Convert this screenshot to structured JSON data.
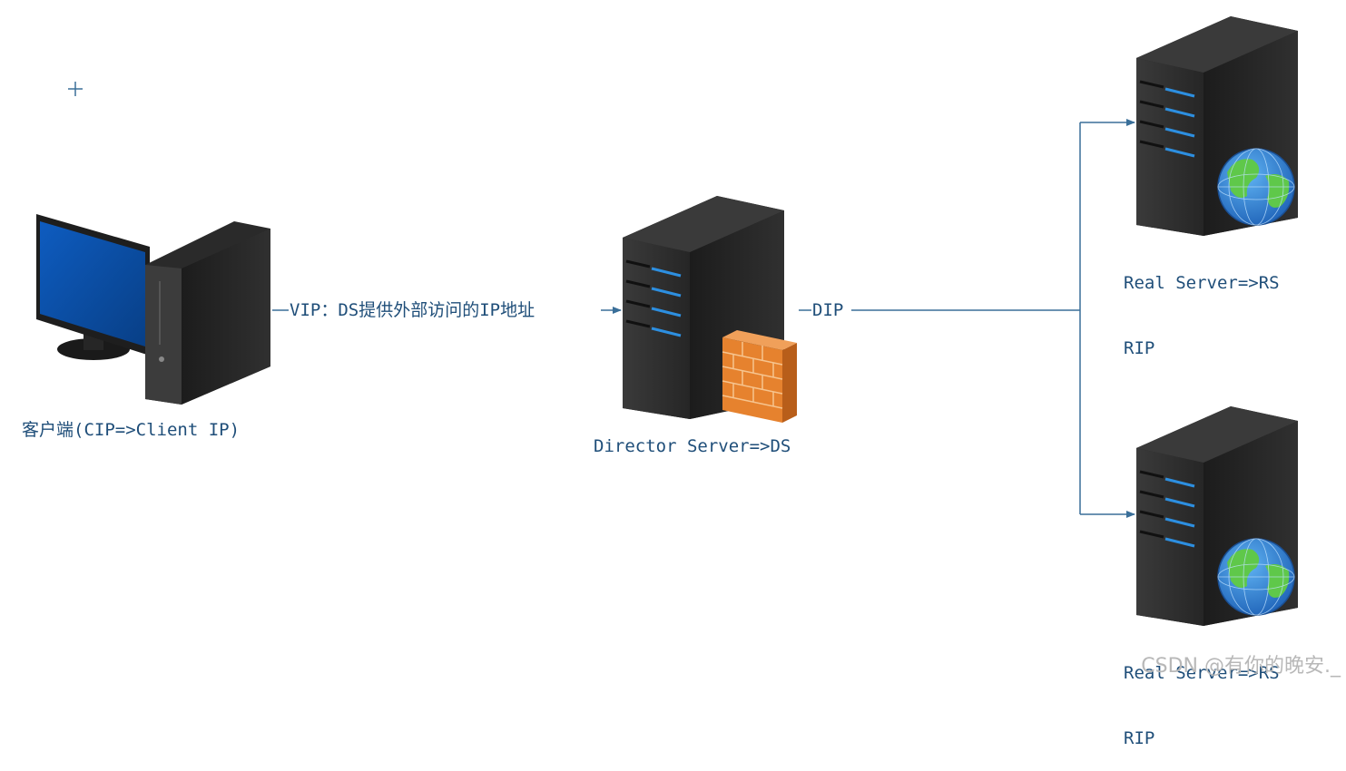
{
  "client": {
    "label": "客户端(CIP=>Client IP)"
  },
  "connection_client_ds": {
    "label": "VIP：DS提供外部访问的IP地址"
  },
  "director": {
    "label": "Director Server=>DS"
  },
  "connection_ds_rs": {
    "label": "DIP"
  },
  "real_servers": [
    {
      "line1": "Real Server=>RS",
      "line2": "RIP"
    },
    {
      "line1": "Real Server=>RS",
      "line2": "RIP"
    }
  ],
  "watermark": "CSDN @有你的晚安._",
  "colors": {
    "line": "#3a6f99",
    "text": "#1f4e79",
    "server_body": "#2e2e2e",
    "server_led": "#2d8fe0",
    "monitor_screen": "#0b4fa8",
    "firewall": "#e6822e",
    "globe_ocean": "#2a7fd4",
    "globe_land": "#5fc84a"
  },
  "icons": [
    "cursor-plus-icon",
    "client-computer-icon",
    "director-server-icon",
    "firewall-icon",
    "real-server-icon",
    "globe-icon",
    "arrow-icon"
  ]
}
